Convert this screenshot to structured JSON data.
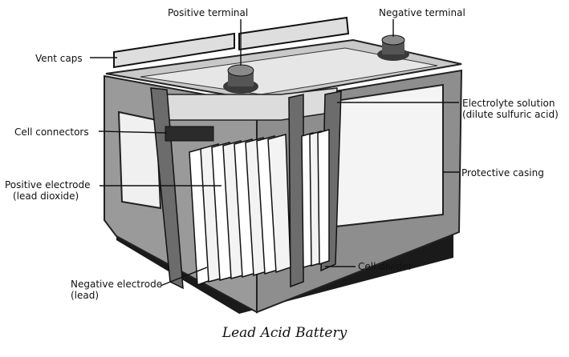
{
  "labels": {
    "positive_terminal": "Positive terminal",
    "negative_terminal": "Negative terminal",
    "vent_caps": "Vent caps",
    "cell_connectors": "Cell connectors",
    "positive_electrode_line1": "Positive electrode",
    "positive_electrode_line2": "(lead dioxide)",
    "negative_electrode_line1": "Negative electrode",
    "negative_electrode_line2": "(lead)",
    "electrolyte_line1": "Electrolyte solution",
    "electrolyte_line2": "(dilute sulfuric acid)",
    "protective_casing": "Protective casing",
    "cell_divider": "Cell divider"
  },
  "caption": "Lead Acid Battery"
}
